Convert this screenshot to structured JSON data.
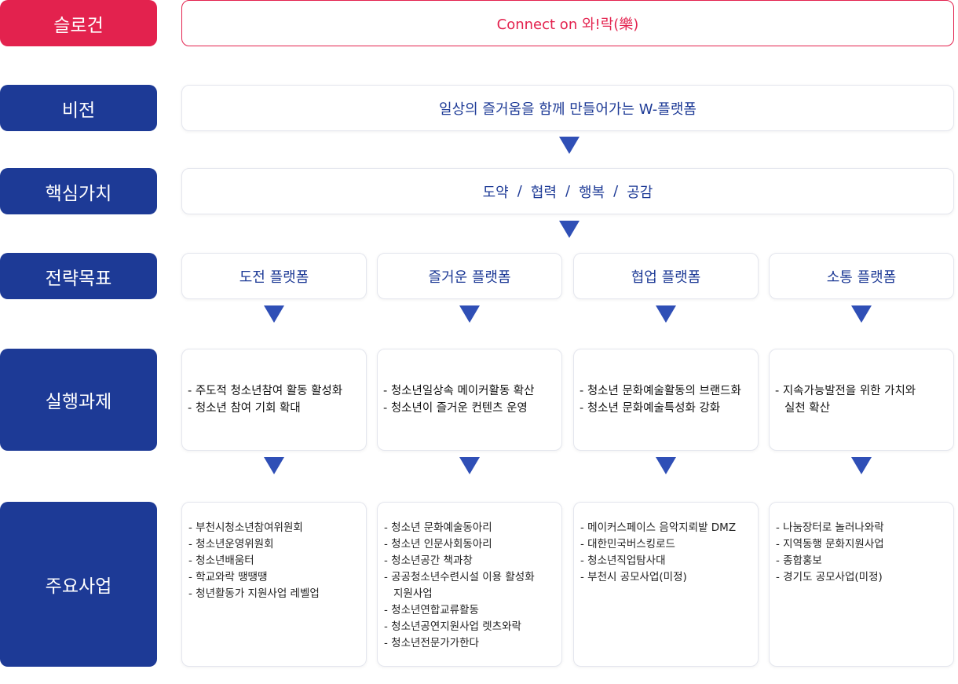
{
  "labels": {
    "slogan": "슬로건",
    "vision": "비전",
    "core_values": "핵심가치",
    "strategy": "전략목표",
    "tasks": "실행과제",
    "business": "주요사업"
  },
  "slogan_text": "Connect on 와!락(樂)",
  "vision_text": "일상의 즐거움을 함께 만들어가는 W-플랫폼",
  "core_values": [
    "도약",
    "협력",
    "행복",
    "공감"
  ],
  "separator": "/",
  "strategies": [
    "도전 플랫폼",
    "즐거운 플랫폼",
    "협업 플랫폼",
    "소통 플랫폼"
  ],
  "tasks": [
    [
      "- 주도적 청소년참여 활동 활성화",
      "- 청소년 참여 기회 확대"
    ],
    [
      "- 청소년일상속 메이커활동 확산",
      "- 청소년이 즐거운 컨텐츠 운영"
    ],
    [
      "- 청소년 문화예술활동의 브랜드화",
      "- 청소년 문화예술특성화 강화"
    ],
    [
      "- 지속가능발전을 위한 가치와",
      "실천 확산"
    ]
  ],
  "business": [
    [
      "- 부천시청소년참여위원회",
      "- 청소년운영위원회",
      "- 청소년배움터",
      "- 학교와락 땡땡땡",
      "- 청년활동가 지원사업 레벨업"
    ],
    [
      "- 청소년 문화예술동아리",
      "- 청소년 인문사회동아리",
      "- 청소년공간 책과창",
      "- 공공청소년수련시설 이용 활성화",
      "지원사업",
      "- 청소년연합교류활동",
      "- 청소년공연지원사업 렛츠와락",
      "- 청소년전문가가한다"
    ],
    [
      "- 메이커스페이스 음악지뢰밭 DMZ",
      "- 대한민국버스킹로드",
      "- 청소년직업탐사대",
      "- 부천시 공모사업(미정)"
    ],
    [
      "- 나눔장터로 놀러나와락",
      "- 지역동행 문화지원사업",
      "- 종합홍보",
      "- 경기도 공모사업(미정)"
    ]
  ],
  "colors": {
    "accent_red": "#e3224e",
    "primary_blue": "#1d3a96",
    "arrow_blue": "#2f4fb6"
  }
}
